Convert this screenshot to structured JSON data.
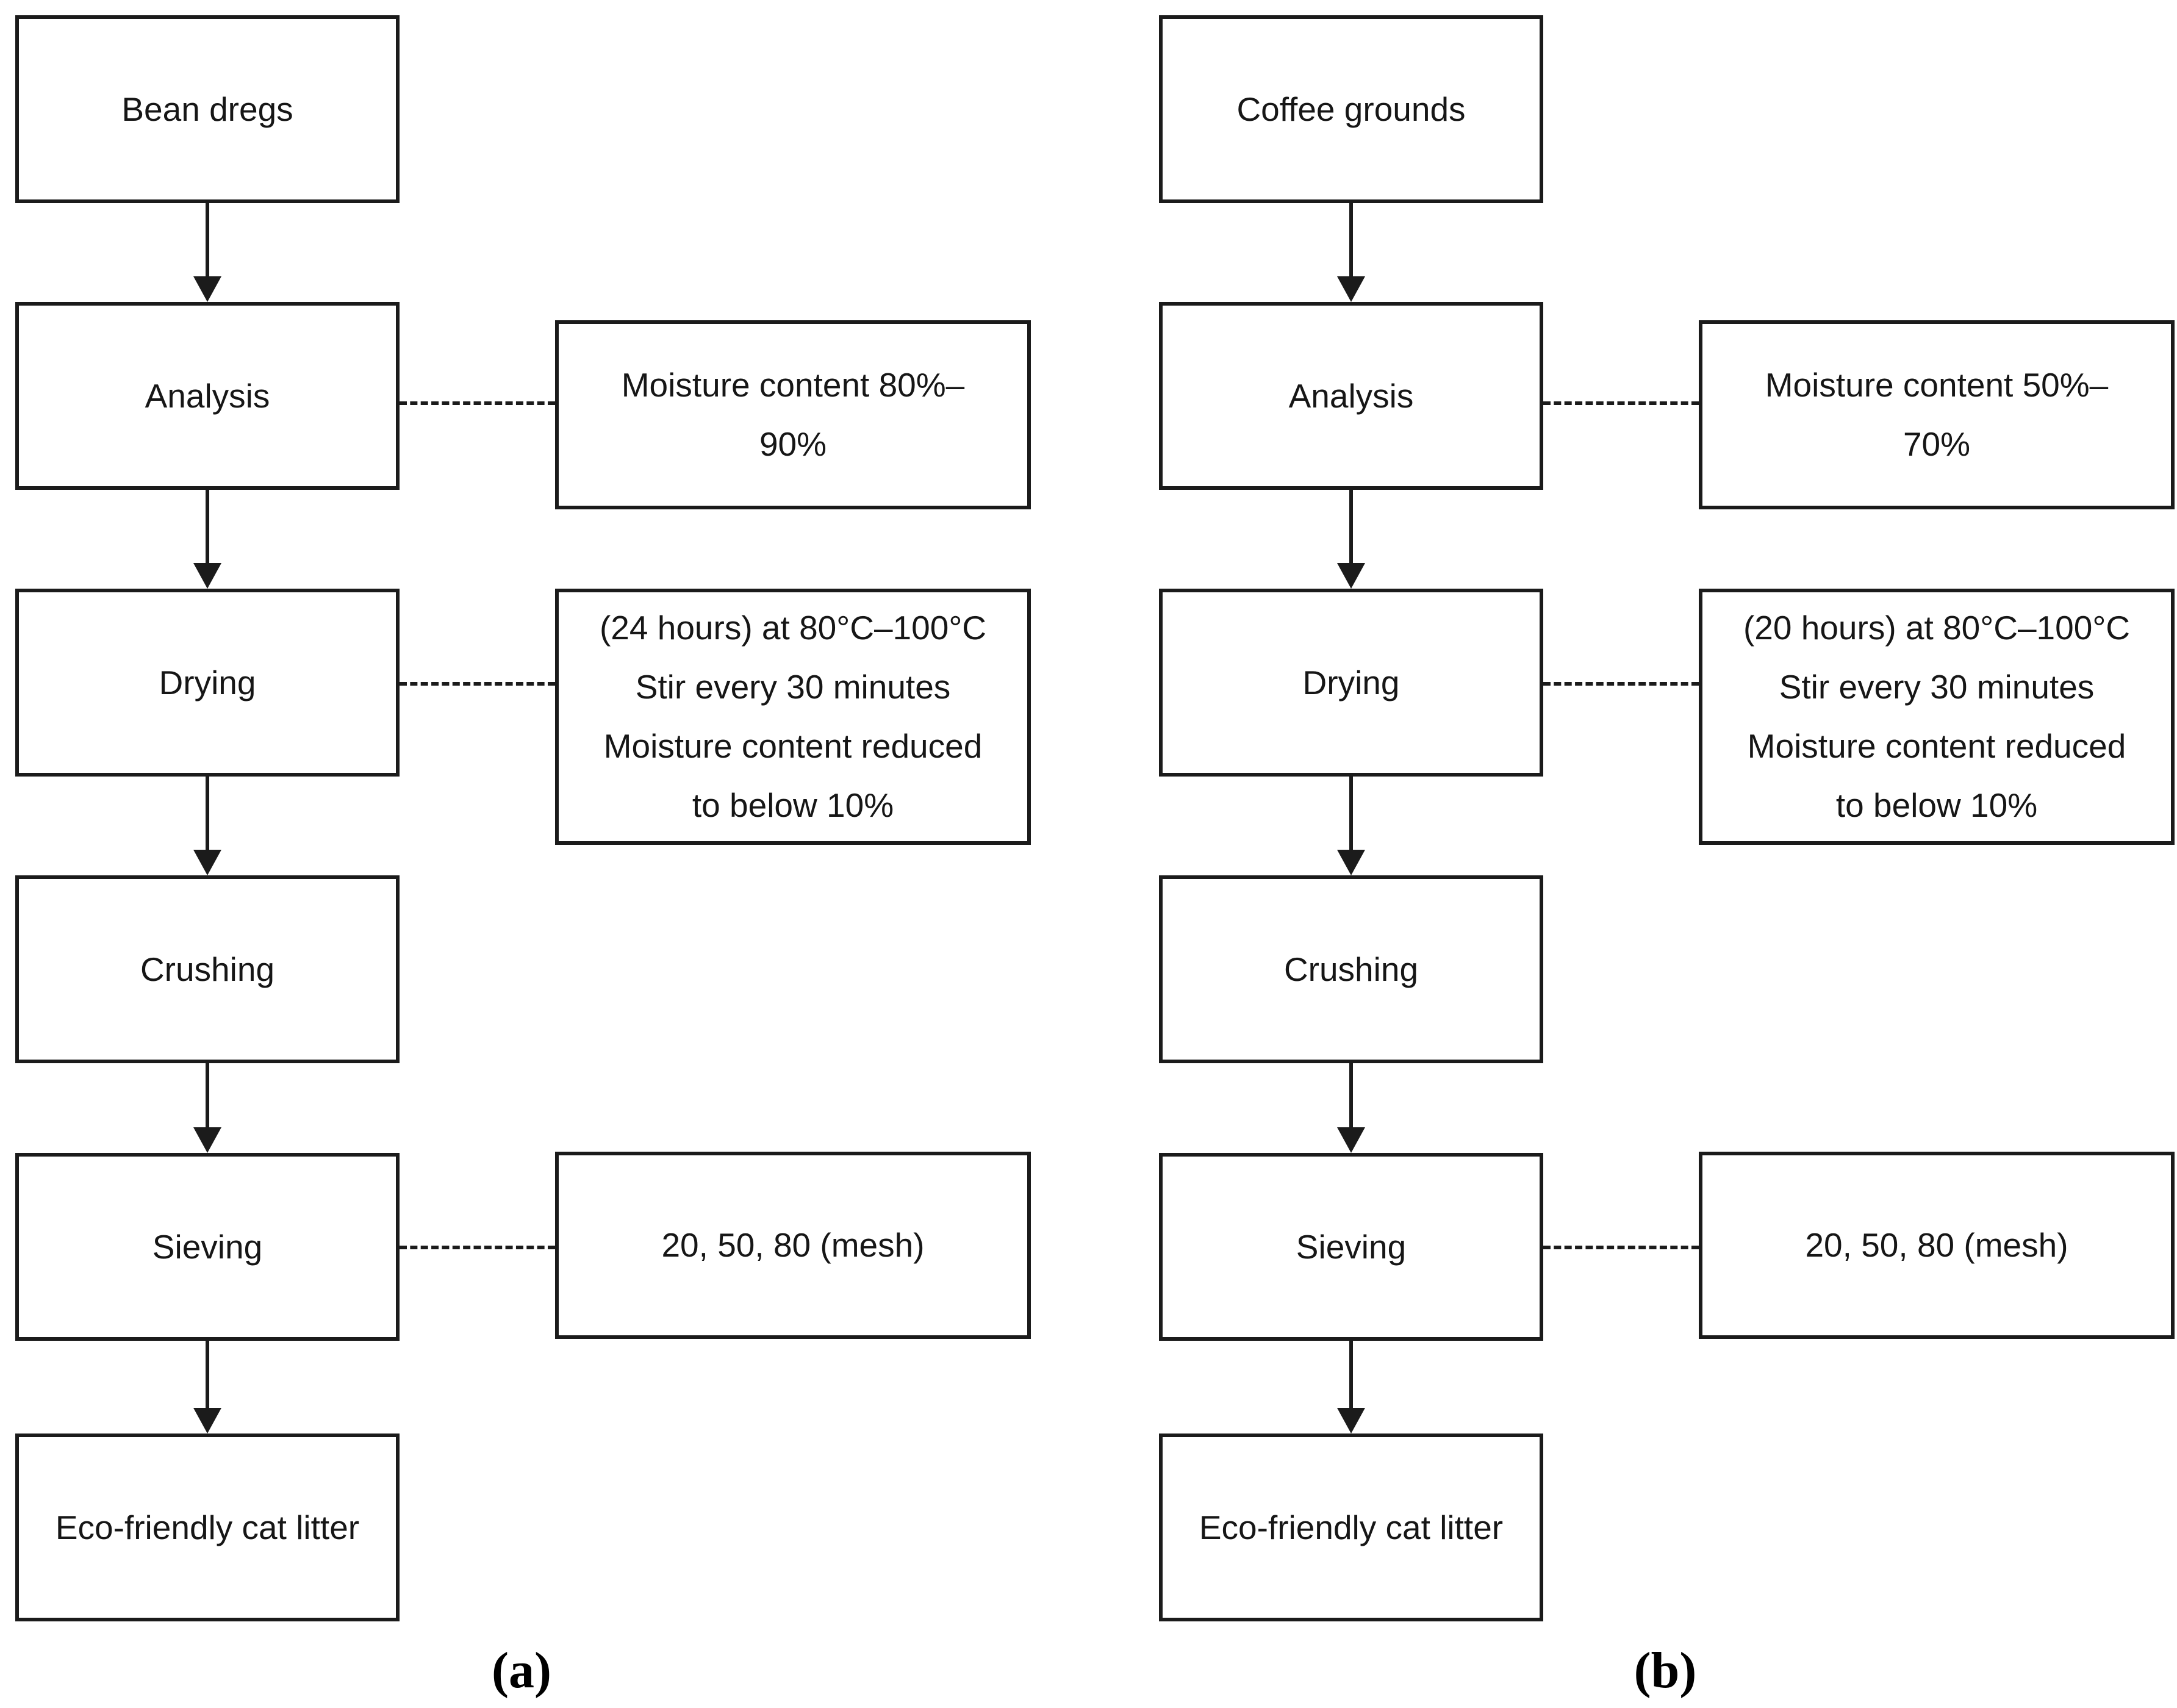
{
  "figure": {
    "description": "Two preparation flowcharts for eco-friendly cat litter",
    "colors": {
      "background": "#ffffff",
      "line": "#1b1b1b",
      "text": "#161616"
    },
    "charts": [
      {
        "caption": "(a)",
        "nodes": {
          "source": "Bean dregs",
          "analysis": "Analysis",
          "drying": "Drying",
          "crushing": "Crushing",
          "sieving": "Sieving",
          "product": "Eco-friendly cat litter"
        },
        "annotations": {
          "analysis": [
            "Moisture content 80%–",
            "90%"
          ],
          "drying": [
            "(24 hours) at 80°C–100°C",
            "Stir every 30 minutes",
            "Moisture content reduced",
            "to below 10%"
          ],
          "sieving": "20, 50, 80 (mesh)"
        }
      },
      {
        "caption": "(b)",
        "nodes": {
          "source": "Coffee grounds",
          "analysis": "Analysis",
          "drying": "Drying",
          "crushing": "Crushing",
          "sieving": "Sieving",
          "product": "Eco-friendly cat litter"
        },
        "annotations": {
          "analysis": [
            "Moisture content 50%–",
            "70%"
          ],
          "drying": [
            "(20 hours) at 80°C–100°C",
            "Stir every 30 minutes",
            "Moisture content reduced",
            "to below 10%"
          ],
          "sieving": "20, 50, 80 (mesh)"
        }
      }
    ]
  }
}
